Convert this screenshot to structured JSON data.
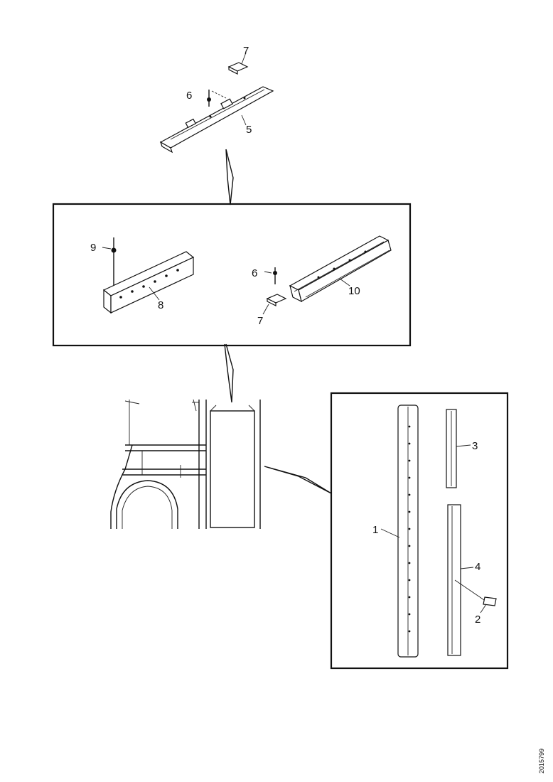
{
  "document_number": "2015799",
  "callouts": {
    "top_7": "7",
    "top_6": "6",
    "top_5": "5",
    "mid_9": "9",
    "mid_8": "8",
    "mid_6": "6",
    "mid_7": "7",
    "mid_10": "10",
    "right_1": "1",
    "right_3": "3",
    "right_4": "4",
    "right_2": "2"
  },
  "colors": {
    "line": "#111111",
    "background": "#ffffff"
  }
}
